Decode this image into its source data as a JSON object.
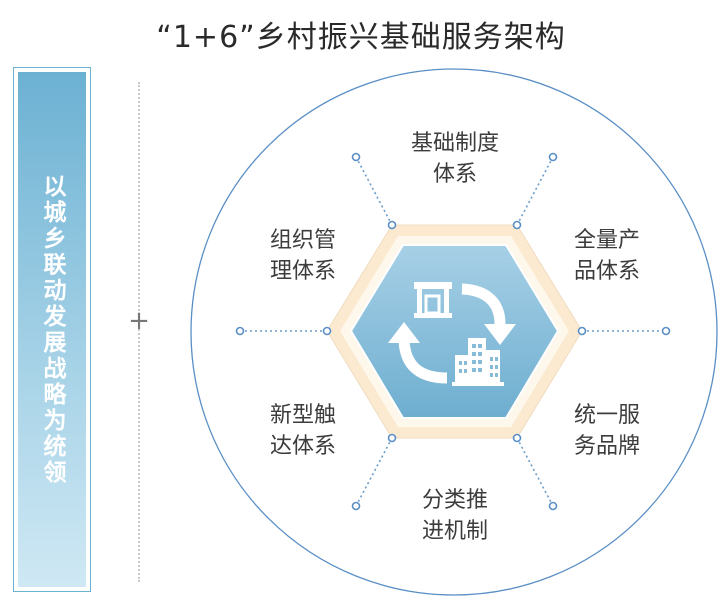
{
  "title": "“1+6”乡村振兴基础服务架构",
  "left_panel": {
    "text": "以城乡联动发展战略为统领"
  },
  "connector": {
    "symbol": "+"
  },
  "center": {
    "icons": [
      "shop-icon",
      "cycle-arrows-icon",
      "building-icon"
    ]
  },
  "systems": [
    {
      "line1": "基础制度",
      "line2": "体系"
    },
    {
      "line1": "全量产",
      "line2": "品体系"
    },
    {
      "line1": "统一服",
      "line2": "务品牌"
    },
    {
      "line1": "分类推",
      "line2": "进机制"
    },
    {
      "line1": "新型触",
      "line2": "达体系"
    },
    {
      "line1": "组织管",
      "line2": "理体系"
    }
  ],
  "colors": {
    "circle": "#5a8fc6",
    "hexagon_outer": "#fbead0",
    "hexagon_inner": "#86bcd8",
    "dot_line": "#6a9cc9",
    "left_panel": "#6cb1d3"
  }
}
